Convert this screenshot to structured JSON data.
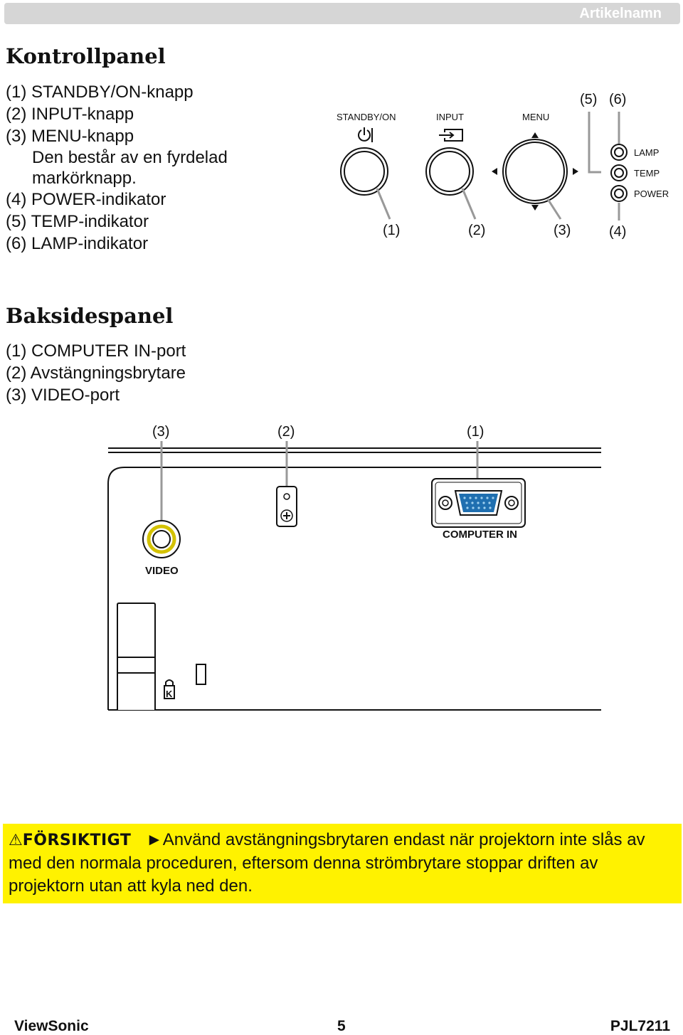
{
  "header": {
    "title": "Artikelnamn"
  },
  "control_panel": {
    "heading": "Kontrollpanel",
    "items": [
      "(1) STANDBY/ON-knapp",
      "(2) INPUT-knapp",
      "(3) MENU-knapp",
      "Den består av en fyrdelad",
      "markörknapp.",
      "(4) POWER-indikator",
      "(5) TEMP-indikator",
      "(6) LAMP-indikator"
    ],
    "diagram": {
      "standby_label": "STANDBY/ON",
      "input_label": "INPUT",
      "menu_label": "MENU",
      "lamp_label": "LAMP",
      "temp_label": "TEMP",
      "power_label": "POWER",
      "callout_1": "(1)",
      "callout_2": "(2)",
      "callout_3": "(3)",
      "callout_4": "(4)",
      "callout_5": "(5)",
      "callout_6": "(6)"
    }
  },
  "rear_panel": {
    "heading": "Baksidespanel",
    "items": [
      "(1) COMPUTER IN-port",
      "(2) Avstängningsbrytare",
      "(3) VIDEO-port"
    ],
    "diagram": {
      "callout_3": "(3)",
      "callout_2": "(2)",
      "callout_1": "(1)",
      "computer_in_label": "COMPUTER IN",
      "video_label": "VIDEO"
    }
  },
  "caution": {
    "icon": "warning-triangle-icon",
    "label": "FÖRSIKTIGT",
    "arrow": "►",
    "text": "Använd avstängningsbrytaren endast när projektorn inte slås av med den normala proceduren, eftersom denna strömbrytare stoppar driften av projektorn utan att kyla ned den.",
    "color": "#fff200"
  },
  "footer": {
    "brand": "ViewSonic",
    "page": "5",
    "model": "PJL7211"
  }
}
